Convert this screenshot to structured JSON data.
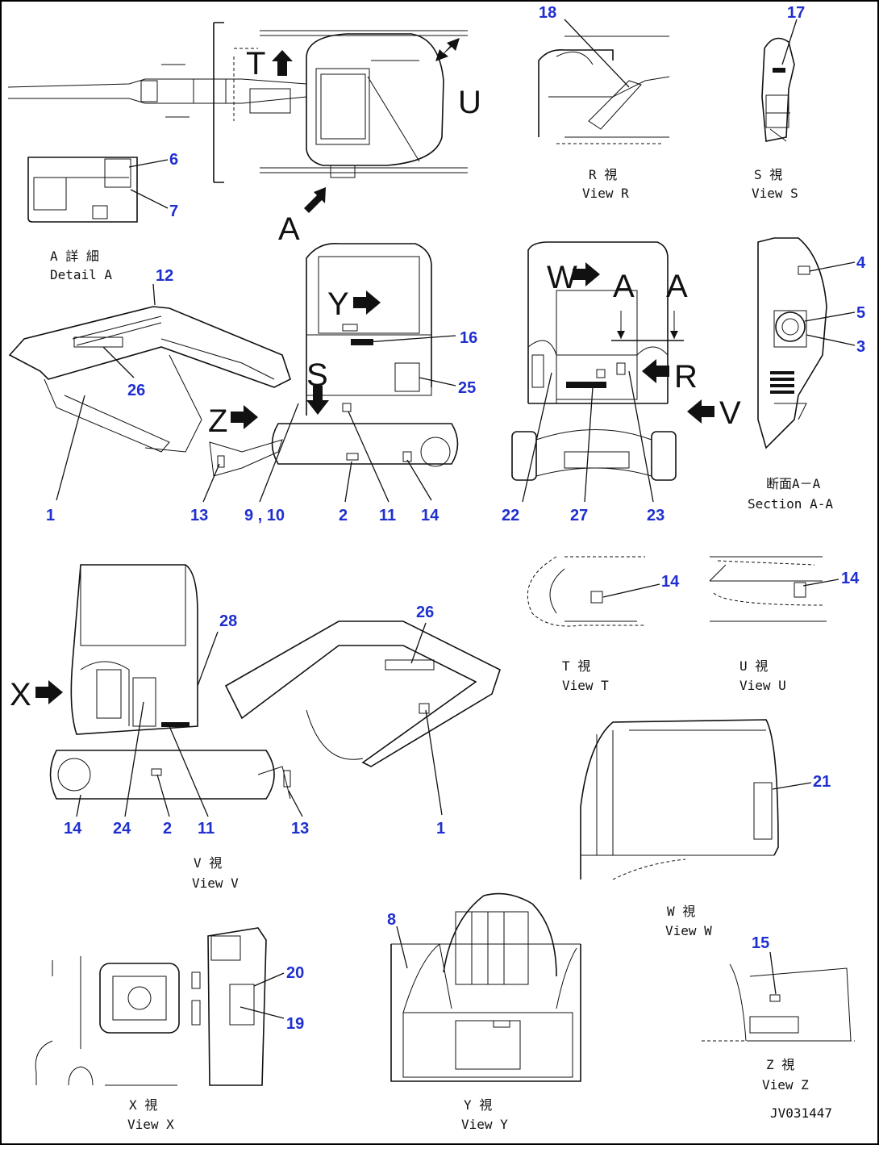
{
  "callouts": {
    "n1": "1",
    "n2": "2",
    "n3": "3",
    "n4": "4",
    "n5": "5",
    "n6": "6",
    "n7": "7",
    "n8": "8",
    "n9_10": "9 , 10",
    "n11": "11",
    "n12": "12",
    "n13": "13",
    "n14": "14",
    "n15": "15",
    "n16": "16",
    "n17": "17",
    "n18": "18",
    "n19": "19",
    "n20": "20",
    "n21": "21",
    "n22": "22",
    "n23": "23",
    "n24": "24",
    "n25": "25",
    "n26": "26",
    "n27": "27",
    "n28": "28"
  },
  "view_letters": {
    "T": "T",
    "U": "U",
    "A": "A",
    "Y": "Y",
    "S": "S",
    "Z": "Z",
    "W": "W",
    "R": "R",
    "V": "V",
    "X": "X"
  },
  "captions": {
    "detail_a_jp": "A 詳 細",
    "detail_a_en": "Detail A",
    "view_r_jp": "R 視",
    "view_r_en": "View R",
    "view_s_jp": "S 視",
    "view_s_en": "View S",
    "section_aa_jp": "断面A－A",
    "section_aa_en": "Section A-A",
    "view_t_jp": "T 視",
    "view_t_en": "View T",
    "view_u_jp": "U 視",
    "view_u_en": "View U",
    "view_v_jp": "V 視",
    "view_v_en": "View V",
    "view_w_jp": "W 視",
    "view_w_en": "View W",
    "view_x_jp": "X 視",
    "view_x_en": "View X",
    "view_y_jp": "Y 視",
    "view_y_en": "View Y",
    "view_z_jp": "Z 視",
    "view_z_en": "View Z"
  },
  "drawing_code": "JV031447",
  "colors": {
    "callout": "#1f2fd0",
    "line": "#111111",
    "border": "#000000"
  }
}
